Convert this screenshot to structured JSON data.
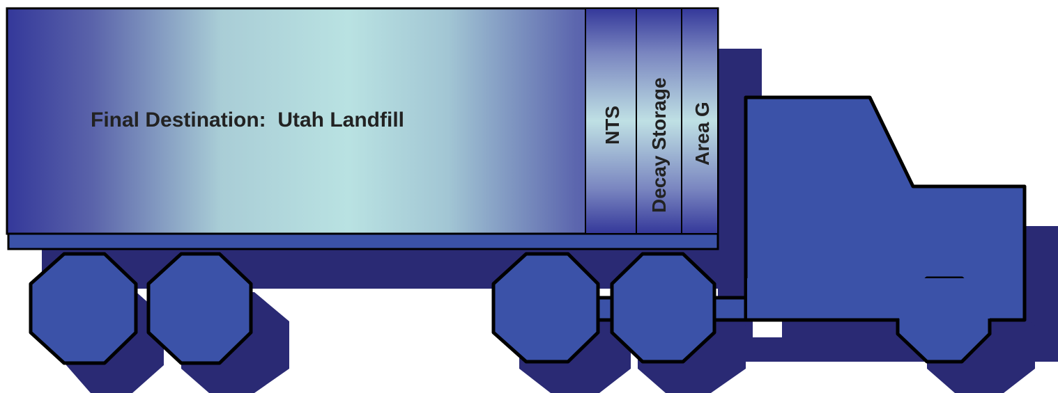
{
  "trailer": {
    "destination_label": "Final Destination:  Utah Landfill"
  },
  "compartments": [
    {
      "label": "NTS"
    },
    {
      "label": "Decay Storage"
    },
    {
      "label": "Area G"
    }
  ],
  "colors": {
    "shadow": "#2a2a74",
    "truck_body": "#3b52a8",
    "gradient_edge": "#3a3c9a",
    "gradient_mid": "#b7dfe0",
    "outline": "#000000",
    "text": "#222222"
  }
}
